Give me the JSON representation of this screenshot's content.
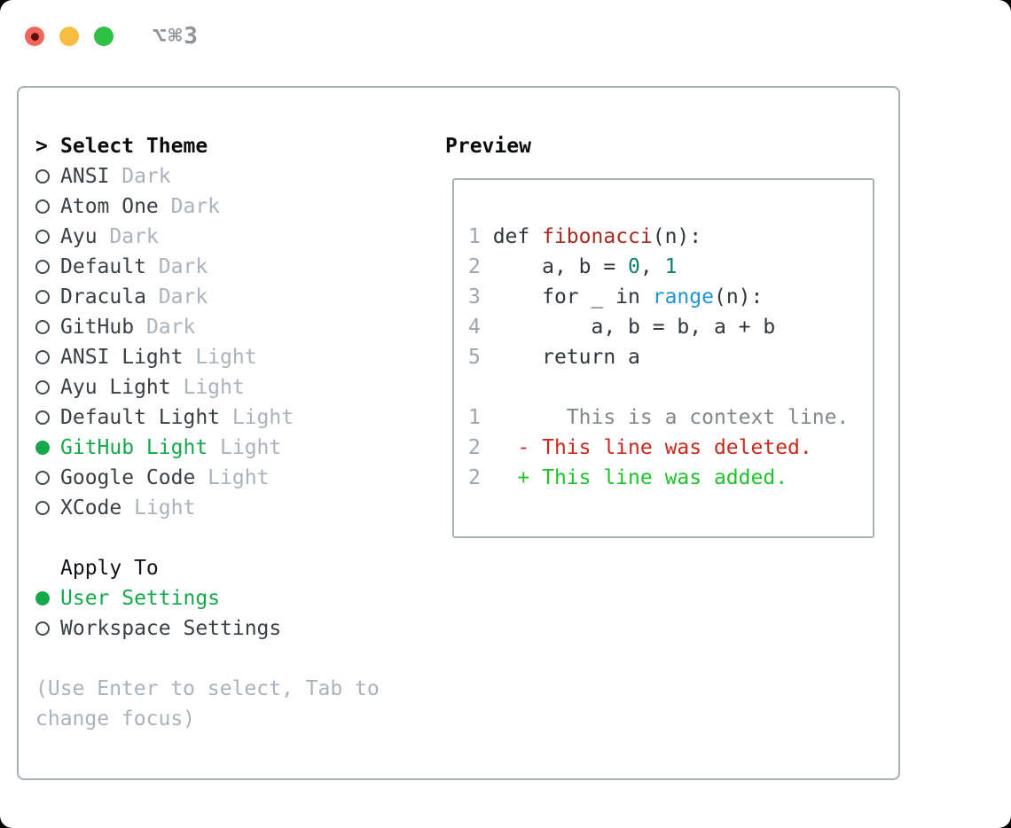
{
  "titlebar": {
    "shortcut": "⌥⌘3",
    "buttons": [
      "close",
      "minimize",
      "zoom"
    ]
  },
  "colors": {
    "selected_green": "#14a84a",
    "added_green": "#1ec32b",
    "deleted_red": "#c9291c",
    "function_red": "#a8271e",
    "number_teal": "#0e7d72",
    "call_blue": "#1f95d2",
    "muted_gray": "#a9b2bd",
    "lineno_gray": "#9aa5b1",
    "text_dark": "#3a4047",
    "border_gray": "#a8b0ba",
    "traffic_red": "#f1655b",
    "traffic_yellow": "#f6bd41",
    "traffic_green": "#2fc146"
  },
  "theme_section": {
    "header_prefix": ">",
    "header": "Select Theme",
    "themes": [
      {
        "name": "ANSI",
        "variant": "Dark",
        "selected": false
      },
      {
        "name": "Atom One",
        "variant": "Dark",
        "selected": false
      },
      {
        "name": "Ayu",
        "variant": "Dark",
        "selected": false
      },
      {
        "name": "Default",
        "variant": "Dark",
        "selected": false
      },
      {
        "name": "Dracula",
        "variant": "Dark",
        "selected": false
      },
      {
        "name": "GitHub",
        "variant": "Dark",
        "selected": false
      },
      {
        "name": "ANSI Light",
        "variant": "Light",
        "selected": false
      },
      {
        "name": "Ayu Light",
        "variant": "Light",
        "selected": false
      },
      {
        "name": "Default Light",
        "variant": "Light",
        "selected": false
      },
      {
        "name": "GitHub Light",
        "variant": "Light",
        "selected": true
      },
      {
        "name": "Google Code",
        "variant": "Light",
        "selected": false
      },
      {
        "name": "XCode",
        "variant": "Light",
        "selected": false
      }
    ]
  },
  "apply_section": {
    "header": "Apply To",
    "options": [
      {
        "name": "User Settings",
        "selected": true
      },
      {
        "name": "Workspace Settings",
        "selected": false
      }
    ]
  },
  "hint": "(Use Enter to select, Tab to change focus)",
  "preview": {
    "header": "Preview",
    "lines": [
      {
        "tokens": [
          [
            "ln",
            "1"
          ],
          [
            "code",
            " def "
          ],
          [
            "fn",
            "fibonacci"
          ],
          [
            "code",
            "(n):"
          ]
        ]
      },
      {
        "tokens": [
          [
            "ln",
            "2"
          ],
          [
            "code",
            "     a, b = "
          ],
          [
            "num",
            "0"
          ],
          [
            "code",
            ", "
          ],
          [
            "num",
            "1"
          ]
        ]
      },
      {
        "tokens": [
          [
            "ln",
            "3"
          ],
          [
            "code",
            "     for _ in "
          ],
          [
            "call",
            "range"
          ],
          [
            "code",
            "(n):"
          ]
        ]
      },
      {
        "tokens": [
          [
            "ln",
            "4"
          ],
          [
            "code",
            "         a, b = b, a + b"
          ]
        ]
      },
      {
        "tokens": [
          [
            "ln",
            "5"
          ],
          [
            "code",
            "     return a"
          ]
        ]
      },
      {
        "tokens": []
      },
      {
        "tokens": [
          [
            "ln",
            "1"
          ],
          [
            "ctx",
            "       This is a context line."
          ]
        ]
      },
      {
        "tokens": [
          [
            "ln",
            "2"
          ],
          [
            "del",
            "   - This line was deleted."
          ]
        ]
      },
      {
        "tokens": [
          [
            "ln",
            "2"
          ],
          [
            "add",
            "   + This line was added."
          ]
        ]
      }
    ]
  }
}
